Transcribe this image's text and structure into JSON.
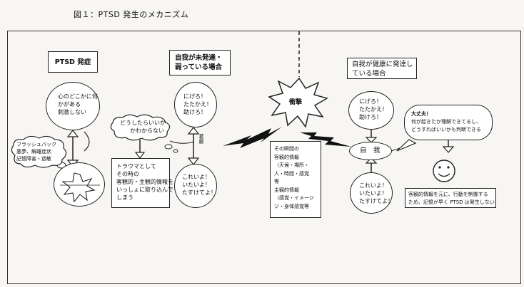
{
  "caption": "図１：PTSD 発生のメカニズム",
  "left": {
    "title": "PTSD 発症",
    "circle_top": [
      "心のどこかに何",
      "かがある",
      "刺激しない"
    ],
    "bubble": [
      "どうしたらいいか",
      "かわからない"
    ],
    "flash_box": [
      "フラッシュバック",
      "悪夢、解離症状",
      "記憶障害・過敏"
    ],
    "trauma_box": [
      "トラウマとして",
      "その時の",
      "客観的・主観的情報を",
      "いっしょに取り込んで",
      "しまう"
    ]
  },
  "middle": {
    "title": [
      "自我が未発達・",
      "弱っている場合"
    ],
    "circle_top": [
      "にげろ！",
      "たたかえ！",
      "助けろ！"
    ],
    "circle_bottom": [
      "これいよ！",
      "いたいよ！",
      "たすけてよ！"
    ],
    "vertical_label": "葛藤"
  },
  "impact": "衝撃",
  "center_box": [
    "その瞬間の",
    "客観的情報",
    "（天候・場所・",
    "人・時間・感覚",
    "等",
    "主観的情報",
    "（感覚・イメージ",
    "ジ・身体感覚等"
  ],
  "right": {
    "title": [
      "自我が健康に発達し",
      "ている場合"
    ],
    "circle_top": [
      "にげろ！",
      "たたかえ！",
      "助けろ！"
    ],
    "ego_label": "自　我",
    "circle_bottom": [
      "これいよ！",
      "いたいよ！",
      "たすけてよ！"
    ],
    "bubble": [
      "大丈夫！",
      "何が起きたか理解できてるし、",
      "どうすればいいかも判断できる"
    ],
    "result_box": [
      "客観的情報を元に、行動を制御する",
      "ため、記憶が早く PTSD は発生しない"
    ]
  }
}
